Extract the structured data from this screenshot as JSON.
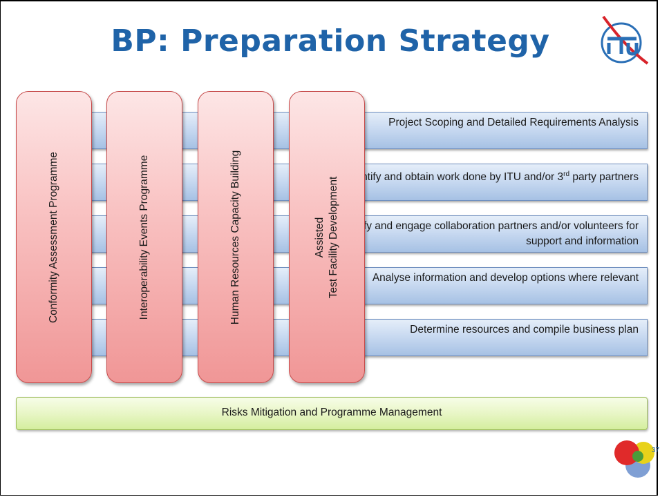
{
  "slide": {
    "title": "BP: Preparation Strategy",
    "logo_text": "ITU",
    "page_number": "37"
  },
  "steps": [
    {
      "text": "Project Scoping and Detailed Requirements Analysis"
    },
    {
      "text_pre": "Identify and obtain work done by ITU and/or 3",
      "sup": "rd",
      "text_post": " party partners"
    },
    {
      "text": "Identify and engage collaboration partners and/or volunteers for support and information"
    },
    {
      "text": "Analyse information and develop options where relevant"
    },
    {
      "text": "Determine resources and compile business plan"
    }
  ],
  "pillars": [
    {
      "label": "Conformity Assessment Programme"
    },
    {
      "label": "Interoperability Events Programme"
    },
    {
      "label": "Human Resources Capacity Building"
    },
    {
      "label_line1": "Assisted",
      "label_line2": "Test Facility Development"
    }
  ],
  "foundation": {
    "label": "Risks Mitigation and Programme Management"
  },
  "colors": {
    "title": "#1f63a8",
    "pillar_fill": "#f09696",
    "step_fill": "#a6c1e4",
    "foundation_fill": "#d4ee9e"
  }
}
